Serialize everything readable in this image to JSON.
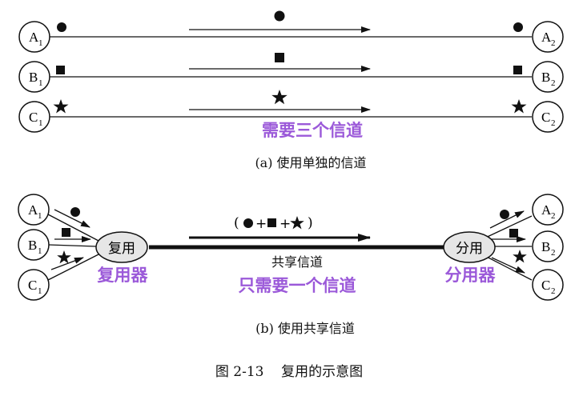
{
  "colors": {
    "line": "#111111",
    "accent_purple": "#9b59d9",
    "node_fill": "#ffffff",
    "mux_fill": "#e6e6e6"
  },
  "part_a": {
    "channels": [
      {
        "left_letter": "A",
        "left_sub": "1",
        "right_letter": "A",
        "right_sub": "2",
        "symbol": "circle"
      },
      {
        "left_letter": "B",
        "left_sub": "1",
        "right_letter": "B",
        "right_sub": "2",
        "symbol": "square"
      },
      {
        "left_letter": "C",
        "left_sub": "1",
        "right_letter": "C",
        "right_sub": "2",
        "symbol": "star"
      }
    ],
    "highlight": "需要三个信道",
    "caption": "(a) 使用单独的信道"
  },
  "part_b": {
    "inputs": [
      {
        "letter": "A",
        "sub": "1",
        "symbol": "circle"
      },
      {
        "letter": "B",
        "sub": "1",
        "symbol": "square"
      },
      {
        "letter": "C",
        "sub": "1",
        "symbol": "star"
      }
    ],
    "outputs": [
      {
        "letter": "A",
        "sub": "2",
        "symbol": "circle"
      },
      {
        "letter": "B",
        "sub": "2",
        "symbol": "square"
      },
      {
        "letter": "C",
        "sub": "2",
        "symbol": "star"
      }
    ],
    "mux_label": "复用",
    "demux_label": "分用",
    "mux_highlight": "复用器",
    "demux_highlight": "分用器",
    "combined_open": "(",
    "combined_plus": "+",
    "combined_close": ")",
    "shared_label": "共享信道",
    "highlight": "只需要一个信道",
    "caption": "(b) 使用共享信道"
  },
  "figure_caption": "图 2-13    复用的示意图"
}
